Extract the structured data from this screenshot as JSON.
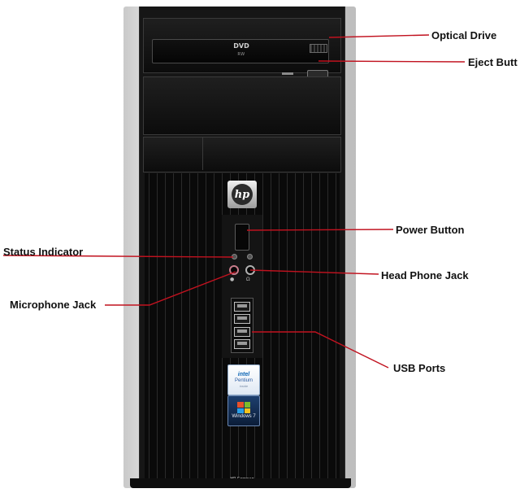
{
  "diagram": {
    "subject": "Desktop tower PC front panel",
    "line_color": "#c1121f",
    "callouts": {
      "optical_drive": "Optical Drive",
      "eject_button": "Eject Butt",
      "power_button": "Power Button",
      "status_indicator": "Status Indicator",
      "head_phone_jack": "Head Phone Jack",
      "microphone_jack": "Microphone Jack",
      "usb_ports": "USB Ports"
    }
  },
  "device": {
    "drive_logo_main": "DVD",
    "drive_logo_sub": "RW",
    "brand_badge": "hp",
    "intel_sticker": {
      "brand": "intel",
      "product": "Pentium",
      "tag": "inside"
    },
    "os_sticker": {
      "label": "Windows 7"
    },
    "bottom_label": "HP Compaq",
    "usb_port_count": 4,
    "icons": {
      "power": "power-icon",
      "drive_led": "activity-led",
      "hp": "hp-logo-icon",
      "windows": "windows-flag-icon",
      "headphone": "headphone-icon",
      "mic": "microphone-icon"
    }
  }
}
